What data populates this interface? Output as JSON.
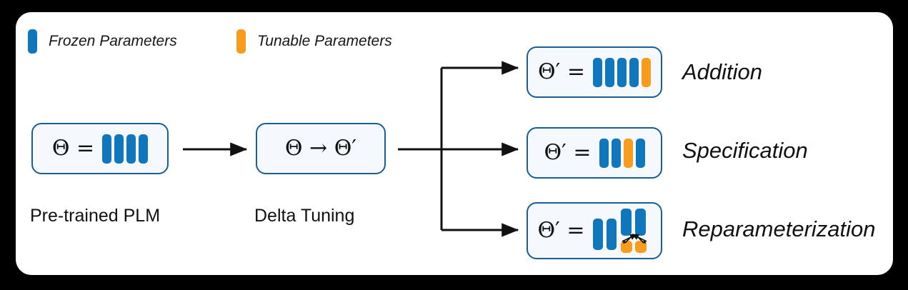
{
  "figure": {
    "background_color": "#000000",
    "card_color": "#ffffff",
    "frozen_color": "#1077bc",
    "tunable_color": "#f99b1c",
    "box_border_color": "#1a5e94",
    "box_fill_color": "#f5f9fd"
  },
  "legend": {
    "items": [
      {
        "label": "Frozen Parameters",
        "color": "#1077bc",
        "swatch": "blue-bar-swatch"
      },
      {
        "label": "Tunable Parameters",
        "color": "#f99b1c",
        "swatch": "orange-bar-swatch"
      }
    ]
  },
  "pipeline": {
    "plm": {
      "formula": "Θ =",
      "caption": "Pre-trained PLM",
      "bars": [
        "blue",
        "blue",
        "blue",
        "blue"
      ]
    },
    "delta": {
      "formula": "Θ → Θ′",
      "caption": "Delta Tuning"
    }
  },
  "branches": [
    {
      "key": "addition",
      "formula": "Θ′ =",
      "label": "Addition",
      "bars": [
        "blue",
        "blue",
        "blue",
        "blue",
        "orange"
      ]
    },
    {
      "key": "specification",
      "formula": "Θ′ =",
      "label": "Specification",
      "bars": [
        "blue",
        "blue",
        "orange",
        "blue"
      ]
    },
    {
      "key": "reparameterization",
      "formula": "Θ′ =",
      "label": "Reparameterization",
      "bars": [
        "blue",
        "blue",
        "blue-raised",
        "blue-raised",
        "orange-small",
        "orange-small"
      ],
      "annotation": "crossing-arrows"
    }
  ],
  "arrows": {
    "plm_to_delta": "arrow-right",
    "delta_to_branches": "arrow-fork-right",
    "branch_count": 3
  }
}
